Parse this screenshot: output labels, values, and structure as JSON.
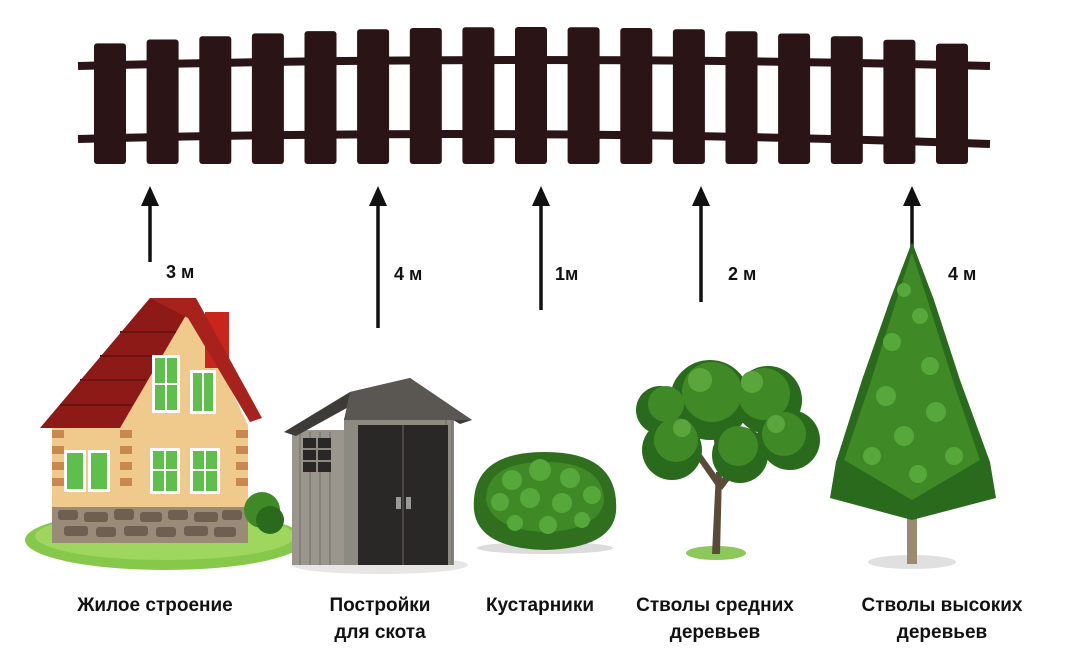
{
  "colors": {
    "fence": "#2a1416",
    "arrow": "#111111",
    "roof": "#8e1a17",
    "wall": "#f0c98c",
    "foliage": "#3f8a27",
    "foliage_dark": "#2a6a1c",
    "grass": "#86c84a",
    "shed": "#8d8a82"
  },
  "items": [
    {
      "id": "house",
      "label": "Жилое строение",
      "distance": "3 м",
      "icon": "house-icon"
    },
    {
      "id": "shed",
      "label": "Постройки\nдля скота",
      "distance": "4 м",
      "icon": "shed-icon"
    },
    {
      "id": "shrub",
      "label": "Кустарники",
      "distance": "1м",
      "icon": "shrub-icon"
    },
    {
      "id": "medium-tree",
      "label": "Стволы средних\nдеревьев",
      "distance": "2 м",
      "icon": "deciduous-tree-icon"
    },
    {
      "id": "tall-tree",
      "label": "Стволы высоких\nдеревьев",
      "distance": "4 м",
      "icon": "conifer-tree-icon"
    }
  ]
}
